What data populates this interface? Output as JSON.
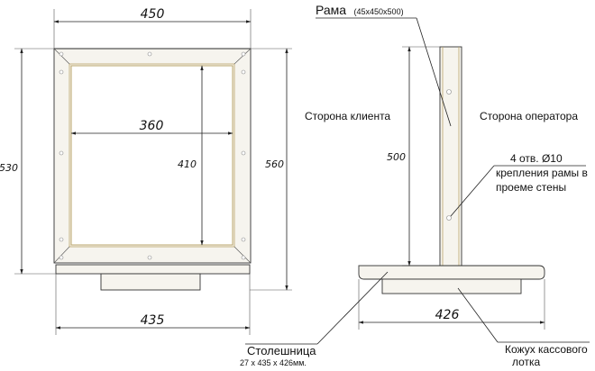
{
  "front_view": {
    "dim_top": "450",
    "dim_inner_width": "360",
    "dim_inner_height": "410",
    "dim_left": "530",
    "dim_right": "560",
    "dim_bottom": "435"
  },
  "side_view": {
    "frame_label": "Рама",
    "frame_size": "(45x450x500)",
    "dim_height": "500",
    "dim_width": "426",
    "client_side": "Сторона клиента",
    "operator_side": "Сторона оператора",
    "holes_line1": "4 отв. Ø10",
    "holes_line2": "крепления рамы в",
    "holes_line3": "проеме стены",
    "countertop_label": "Столешница",
    "countertop_size": "27 x 435 x 426мм.",
    "tray_line1": "Кожух кассового",
    "tray_line2": "лотка"
  }
}
